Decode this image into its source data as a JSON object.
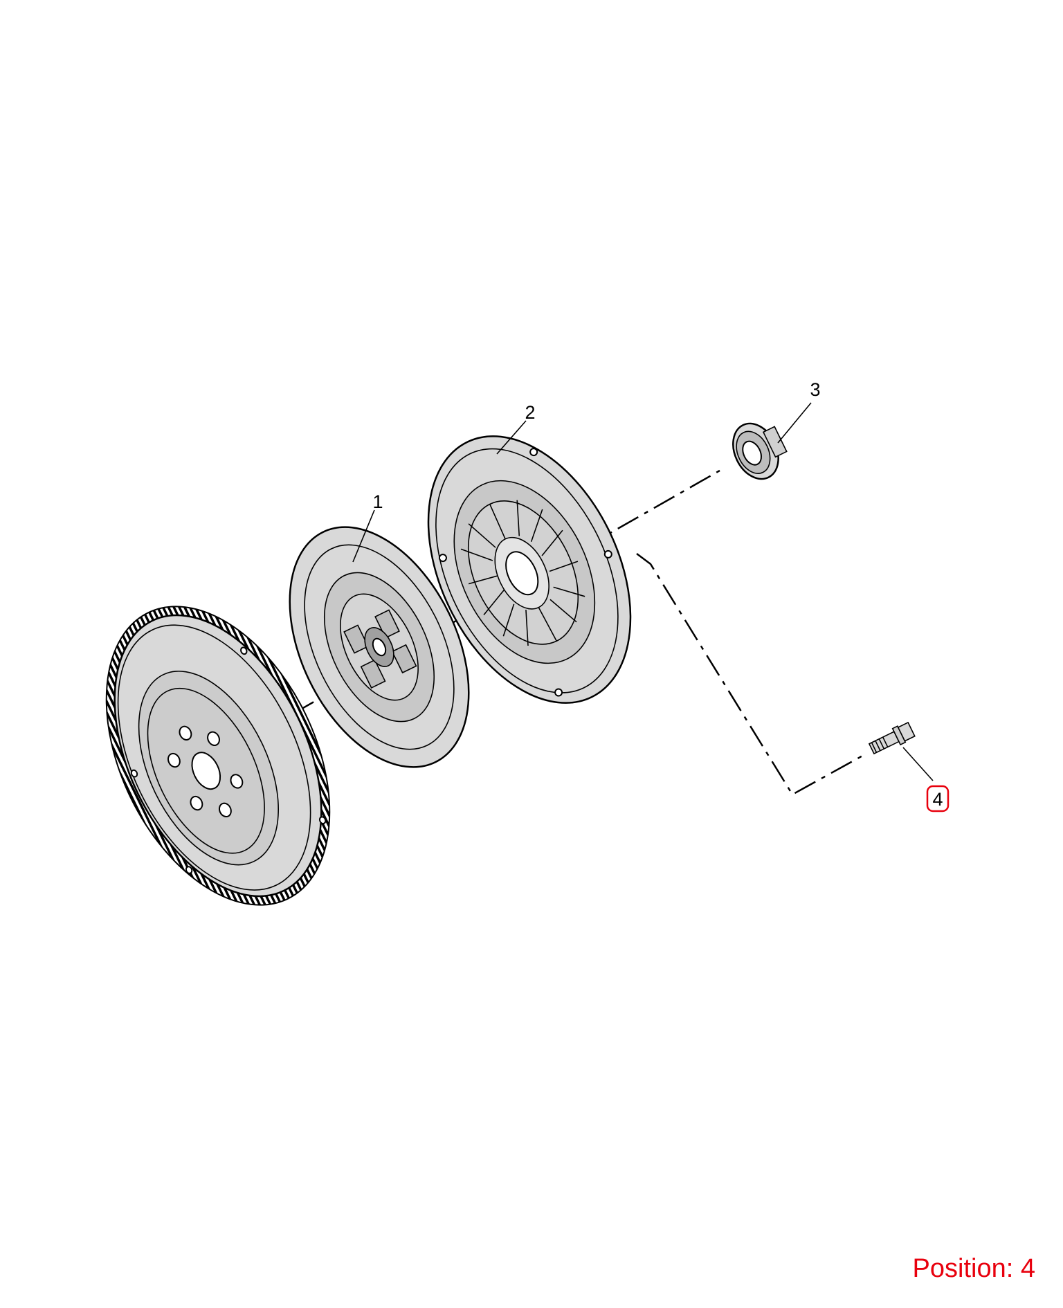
{
  "callouts": [
    {
      "label": "1"
    },
    {
      "label": "2"
    },
    {
      "label": "3"
    },
    {
      "label": "4",
      "highlighted": true
    }
  ],
  "highlight_color": "#e8000d",
  "position_label": "Position: 4"
}
